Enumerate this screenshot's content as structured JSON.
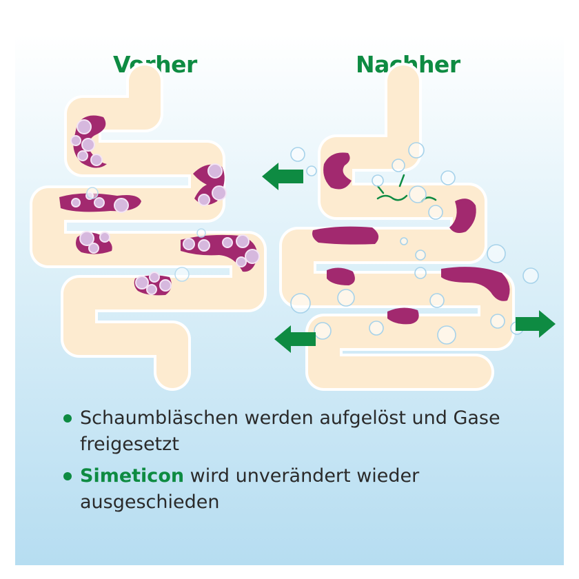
{
  "titles": {
    "before": "Vorher",
    "after": "Nachher"
  },
  "bullets": [
    {
      "text": "Schaumbläschen werden aufgelöst und Gase freigesetzt"
    },
    {
      "highlight": "Simeticon",
      "text": " wird unverändert wieder ausgeschieden"
    }
  ],
  "colors": {
    "accent_green": "#0e8b42",
    "intestine_fill": "#fdebd0",
    "food_mass": "#a2296f",
    "bubble": "#d6b8de",
    "background_top": "#ffffff",
    "background_bottom": "#b6ddf1"
  },
  "icons": [
    "arrow-left-icon",
    "arrow-right-icon",
    "gas-bubble-icon"
  ]
}
